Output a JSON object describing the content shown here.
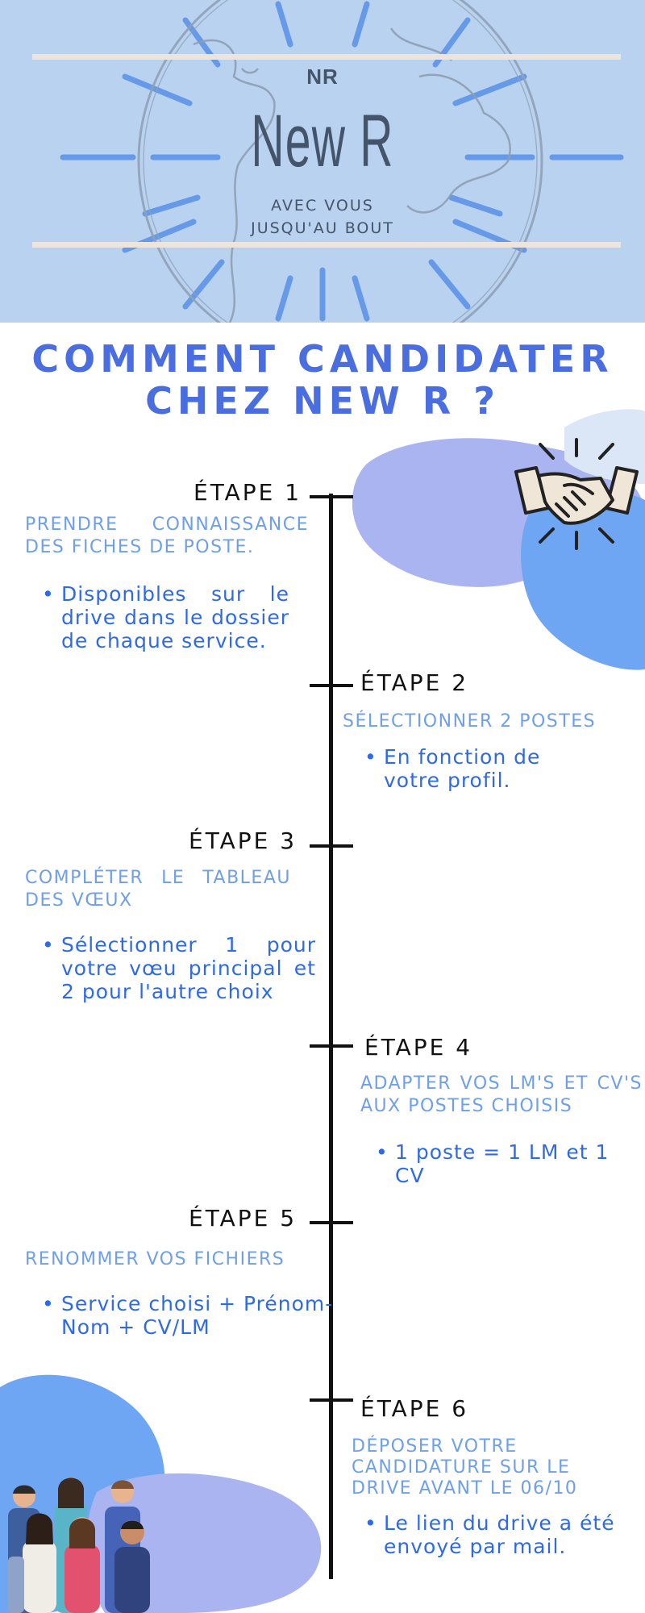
{
  "header": {
    "logo_mark": "NR",
    "logo_name": "New R",
    "tagline_1": "AVEC VOUS",
    "tagline_2": "JUSQU'AU BOUT"
  },
  "title": {
    "line_1": "COMMENT CANDIDATER",
    "line_2": "CHEZ NEW R ?"
  },
  "steps": [
    {
      "title": "ÉTAPE 1",
      "heading": "PRENDRE CONNAISSANCE DES FICHES DE POSTE.",
      "bullets": [
        "Disponibles sur le drive dans le dossier de chaque service."
      ]
    },
    {
      "title": "ÉTAPE 2",
      "heading": "SÉLECTIONNER 2 POSTES",
      "bullets": [
        "En fonction de votre profil."
      ]
    },
    {
      "title": "ÉTAPE 3",
      "heading": "COMPLÉTER LE TABLEAU DES VŒUX",
      "bullets": [
        "Sélectionner 1 pour votre vœu principal et 2 pour l'autre choix"
      ]
    },
    {
      "title": "ÉTAPE 4",
      "heading": "ADAPTER VOS LM'S ET CV'S AUX POSTES CHOISIS",
      "bullets": [
        "1 poste = 1 LM et 1 CV"
      ]
    },
    {
      "title": "ÉTAPE 5",
      "heading": "RENOMMER VOS FICHIERS",
      "bullets": [
        "Service choisi + Prénom-Nom + CV/LM"
      ]
    },
    {
      "title": "ÉTAPE 6",
      "heading": "DÉPOSER VOTRE CANDIDATURE SUR LE DRIVE AVANT LE 06/10",
      "bullets": [
        "Le lien du drive a été envoyé par mail."
      ]
    }
  ],
  "colors": {
    "header_bg": "#b9d2ef",
    "title_blue": "#4a6ee0",
    "heading_blue": "#6e9fe8",
    "bullet_blue": "#2f6ae6",
    "blob_periwinkle": "#aab4f0",
    "blob_blue": "#6fa6f3"
  },
  "icons": {
    "handshake": "handshake-icon",
    "team": "team-illustration",
    "globe": "globe-icon"
  }
}
